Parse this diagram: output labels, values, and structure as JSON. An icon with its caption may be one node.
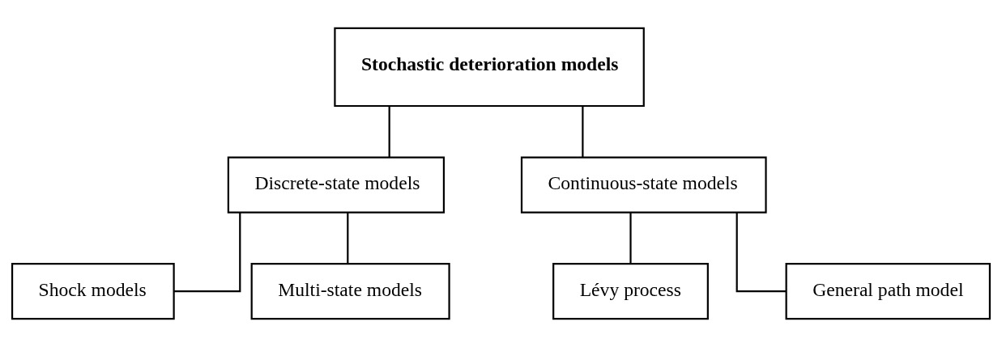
{
  "diagram": {
    "nodes": [
      {
        "text": [
          "Stochastic deterioration models"
        ]
      },
      {
        "text": [
          "Discrete-state models"
        ]
      },
      {
        "text": [
          "Continuous-state models"
        ]
      },
      {
        "text": [
          "Shock models"
        ]
      },
      {
        "text": [
          "Multi-state models"
        ]
      },
      {
        "text": [
          "Lévy process"
        ]
      },
      {
        "text": [
          "General path model"
        ]
      }
    ],
    "edges": [
      {
        "from": 0,
        "to": 1,
        "arrow": "none"
      },
      {
        "from": 0,
        "to": 2,
        "arrow": "none"
      },
      {
        "from": 1,
        "to": 3,
        "arrow": "none"
      },
      {
        "from": 1,
        "to": 4,
        "arrow": "none"
      },
      {
        "from": 2,
        "to": 5,
        "arrow": "none"
      },
      {
        "from": 2,
        "to": 6,
        "arrow": "none"
      }
    ]
  }
}
